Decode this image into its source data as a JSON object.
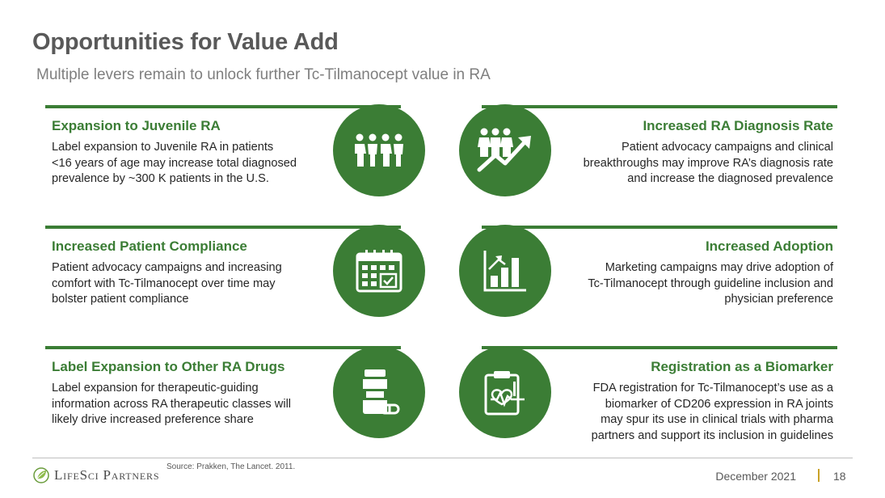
{
  "title": "Opportunities for Value Add",
  "subtitle": "Multiple levers remain to unlock further Tc-Tilmanocept value in RA",
  "cards": [
    {
      "heading": "Expansion to Juvenile RA",
      "lines": [
        "Label expansion to Juvenile RA in patients",
        "<16 years of age may increase total diagnosed",
        "prevalence by ~300 K patients in the U.S."
      ],
      "icon": "family-group-icon"
    },
    {
      "heading": "Increased RA Diagnosis Rate",
      "lines": [
        "Patient advocacy campaigns and clinical",
        "breakthroughs may improve RA’s diagnosis rate",
        "and increase the diagnosed prevalence"
      ],
      "icon": "people-growth-arrow-icon"
    },
    {
      "heading": "Increased Patient Compliance",
      "lines": [
        "Patient advocacy campaigns and increasing",
        "comfort with Tc-Tilmanocept over time may",
        "bolster patient compliance"
      ],
      "icon": "calendar-check-icon"
    },
    {
      "heading": "Increased Adoption",
      "lines": [
        "Marketing campaigns may drive adoption of",
        "Tc-Tilmanocept through guideline inclusion and",
        "physician preference"
      ],
      "icon": "bar-chart-growth-icon"
    },
    {
      "heading": "Label Expansion to Other RA Drugs",
      "lines": [
        "Label expansion for therapeutic-guiding",
        "information across RA therapeutic classes will",
        "likely drive increased preference share"
      ],
      "icon": "medicine-bottle-icon"
    },
    {
      "heading": "Registration as a Biomarker",
      "lines": [
        "FDA registration for Tc-Tilmanocept’s use as a",
        "biomarker of CD206 expression in RA joints",
        "may spur its use in clinical trials with pharma",
        "partners and support its inclusion in guidelines"
      ],
      "icon": "clipboard-heartbeat-icon"
    }
  ],
  "footer": {
    "source": "Source: Prakken, The Lancet. 2011.",
    "logo_text": "LifeSci Partners",
    "date": "December 2021",
    "page_number": "18"
  },
  "colors": {
    "brand_green": "#3b7d35",
    "title_gray": "#595959",
    "accent_gold": "#c9a227"
  }
}
